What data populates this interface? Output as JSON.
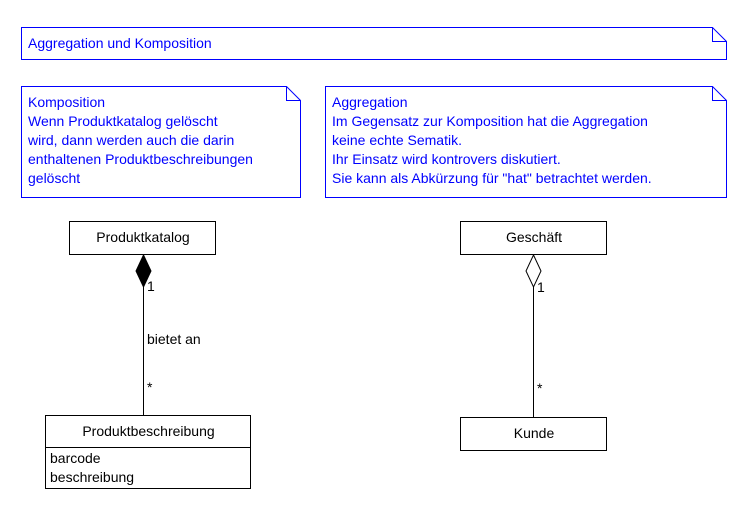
{
  "title_note": {
    "text": "Aggregation und Komposition"
  },
  "komposition_note": {
    "lines": [
      "Komposition",
      "Wenn Produktkatalog gelöscht",
      "wird, dann werden auch die darin",
      "enthaltenen Produktbeschreibungen",
      "gelöscht"
    ]
  },
  "aggregation_note": {
    "lines": [
      "Aggregation",
      "Im Gegensatz zur Komposition hat die Aggregation",
      "keine echte Sematik.",
      "Ihr Einsatz wird kontrovers diskutiert.",
      "Sie kann als Abkürzung für \"hat\" betrachtet werden."
    ]
  },
  "classes": {
    "produktkatalog": {
      "name": "Produktkatalog"
    },
    "produktbeschreibung": {
      "name": "Produktbeschreibung",
      "attributes": [
        "barcode",
        "beschreibung"
      ]
    },
    "geschaeft": {
      "name": "Geschäft"
    },
    "kunde": {
      "name": "Kunde"
    }
  },
  "composition": {
    "label": "bietet an",
    "whole_multiplicity": "1",
    "part_multiplicity": "*"
  },
  "aggregation": {
    "whole_multiplicity": "1",
    "part_multiplicity": "*"
  },
  "colors": {
    "note": "#0000ff",
    "class": "#000000"
  }
}
